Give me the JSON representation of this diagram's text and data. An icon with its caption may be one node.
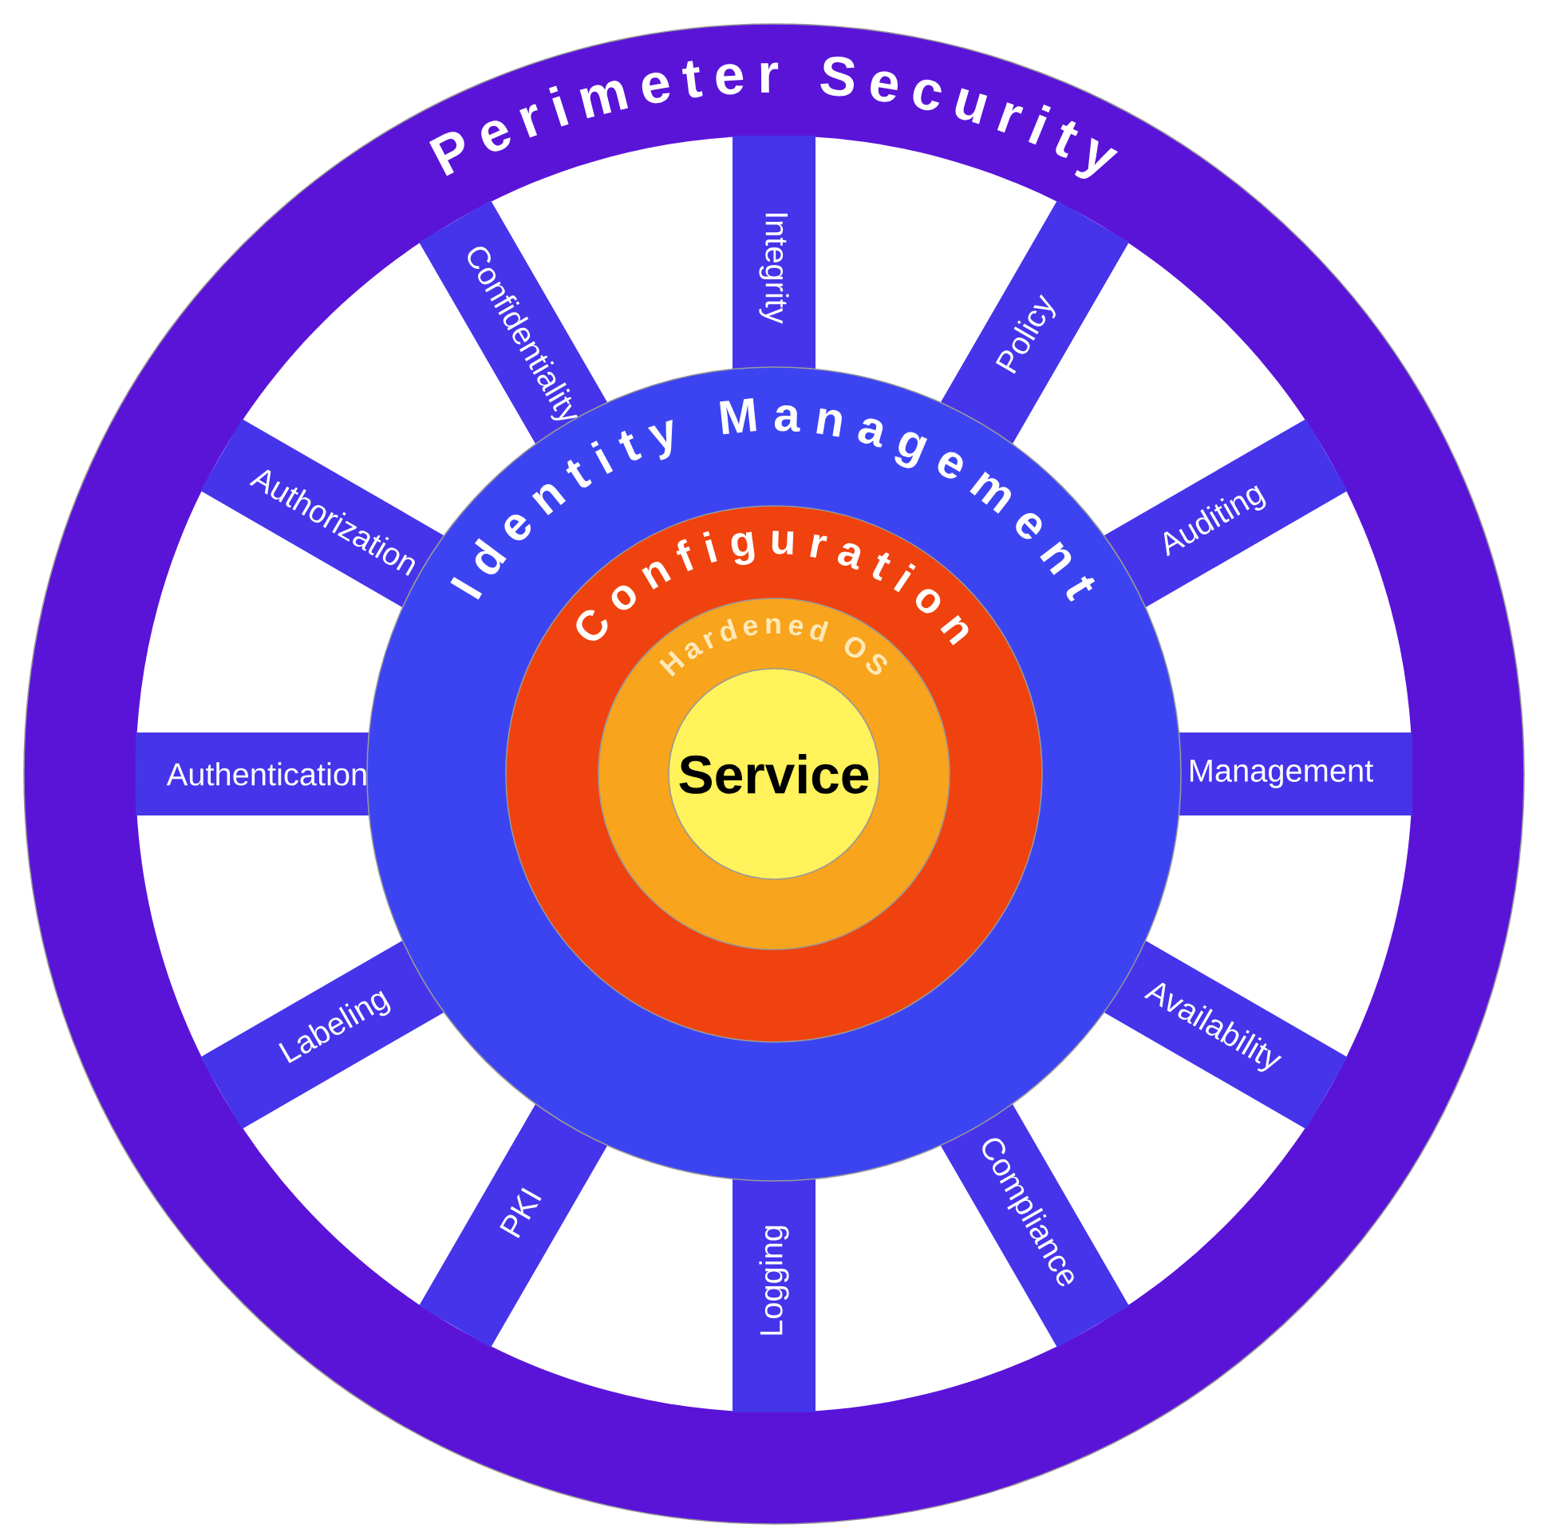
{
  "diagram": {
    "nodes": [
      {
        "text": [
          "Perimeter Security"
        ]
      },
      {
        "text": [
          "Identity Management"
        ],
        "in": 0
      },
      {
        "text": [
          "Configuration"
        ],
        "in": 1
      },
      {
        "text": [
          "Hardened OS"
        ],
        "in": 2
      },
      {
        "text": [
          "Service"
        ],
        "in": 3
      },
      {
        "text": [
          "Integrity"
        ],
        "in": 0
      },
      {
        "text": [
          "Confidentiality"
        ],
        "in": 0
      },
      {
        "text": [
          "Policy"
        ],
        "in": 0
      },
      {
        "text": [
          "Authorization"
        ],
        "in": 0
      },
      {
        "text": [
          "Auditing"
        ],
        "in": 0
      },
      {
        "text": [
          "Authentication"
        ],
        "in": 0
      },
      {
        "text": [
          "Management"
        ],
        "in": 0
      },
      {
        "text": [
          "Labeling"
        ],
        "in": 0
      },
      {
        "text": [
          "Availability"
        ],
        "in": 0
      },
      {
        "text": [
          "PKI"
        ],
        "in": 0
      },
      {
        "text": [
          "Logging"
        ],
        "in": 0
      },
      {
        "text": [
          "Compliance"
        ],
        "in": 0
      }
    ]
  }
}
